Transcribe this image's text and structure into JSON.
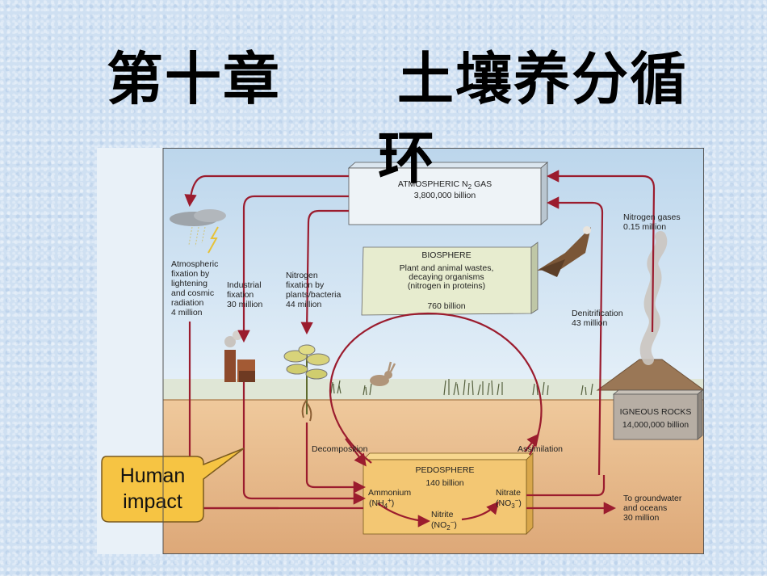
{
  "title": {
    "line1": "第十章　　土壤养分循",
    "line2": "环"
  },
  "diagram": {
    "atmospheric_box": {
      "name": "ATMOSPHERIC N",
      "subscript": "2",
      "name_suffix": " GAS",
      "amount": "3,800,000 billion"
    },
    "biosphere_box": {
      "name": "BIOSPHERE",
      "lines": [
        "Plant and animal wastes,",
        "decaying organisms",
        "(nitrogen in proteins)"
      ],
      "amount": "760 billion"
    },
    "pedosphere_box": {
      "name": "PEDOSPHERE",
      "amount": "140 billion"
    },
    "igneous_box": {
      "name": "IGNEOUS ROCKS",
      "amount": "14,000,000 billion"
    },
    "labels": {
      "atmospheric_fixation": [
        "Atmospheric",
        "fixation by",
        "lightening",
        "and cosmic",
        "radiation",
        "4 million"
      ],
      "industrial_fixation": [
        "Industrial",
        "fixation",
        "30 million"
      ],
      "nitrogen_fixation": [
        "Nitrogen",
        "fixation by",
        "plants/bacteria",
        "44 million"
      ],
      "nitrogen_gases": [
        "Nitrogen gases",
        "0.15 million"
      ],
      "denitrification": [
        "Denitrification",
        "43 million"
      ],
      "decomposition": "Decomposition",
      "assimilation": "Assimilation",
      "ammonium": "Ammonium",
      "ammonium_formula": "(NH",
      "ammonium_sub": "4",
      "ammonium_sup": "+",
      "nitrite": "Nitrite",
      "nitrite_formula": "(NO",
      "nitrite_sub": "2",
      "nitrite_sup": "−",
      "nitrate": "Nitrate",
      "nitrate_formula": "(NO",
      "nitrate_sub": "3",
      "nitrate_sup": "−",
      "groundwater": [
        "To groundwater",
        "and oceans",
        "30 million"
      ]
    },
    "human_impact": [
      "Human",
      "impact"
    ],
    "colors": {
      "arrow": "#9b1c2e",
      "sky": "#c9dff0",
      "soil": "#e6b98a",
      "box": "#eef3f7",
      "pedosphere": "#f3c773",
      "callout": "#f6c443"
    }
  }
}
